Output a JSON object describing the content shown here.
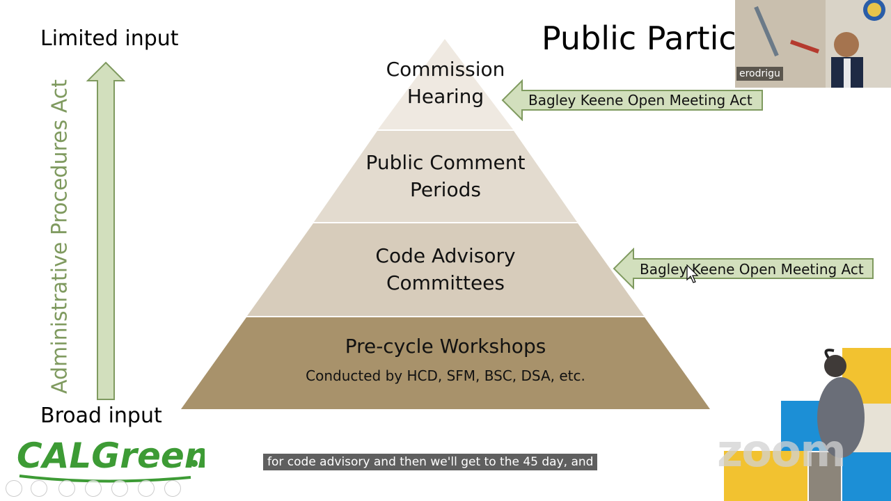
{
  "slide": {
    "title": "Public Participation",
    "top_label": "Limited input",
    "bottom_label": "Broad input",
    "vertical_label": "Administrative Procedures Act",
    "pyramid": [
      {
        "line1": "Commission",
        "line2": "Hearing"
      },
      {
        "line1": "Public Comment",
        "line2": "Periods"
      },
      {
        "line1": "Code Advisory",
        "line2": "Committees"
      },
      {
        "line1": "Pre-cycle Workshops",
        "sub": "Conducted by HCD, SFM, BSC, DSA, etc."
      }
    ],
    "callouts": [
      {
        "text": "Bagley Keene Open Meeting Act"
      },
      {
        "text": "Bagley Keene Open Meeting Act"
      }
    ],
    "logo_text": "CALGreen",
    "colors": {
      "tier1": "#efe9e1",
      "tier2": "#e3dbcf",
      "tier3": "#d7ccbb",
      "tier4": "#a8926b",
      "arrow_fill": "#d2dfbd",
      "arrow_stroke": "#7f9a5f",
      "logo_green": "#3d9b35"
    }
  },
  "video": {
    "participant_name": "erodrigu"
  },
  "zoom_watermark": "zoom",
  "caption": "for code advisory and then we'll get to the 45 day, and"
}
